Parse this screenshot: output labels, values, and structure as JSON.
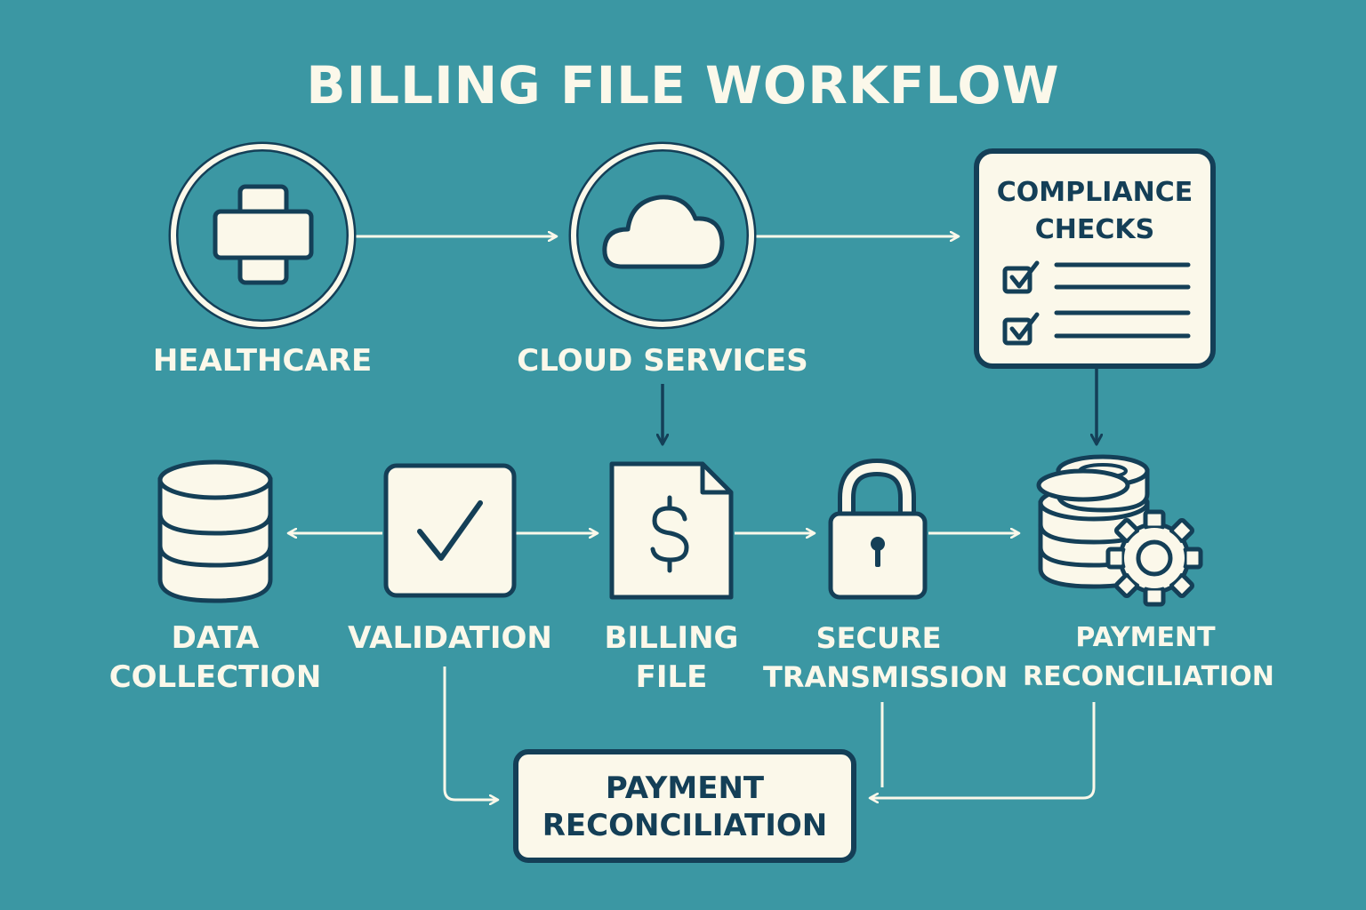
{
  "title": "BILLING FILE WORKFLOW",
  "colors": {
    "background": "#3b97a3",
    "ink": "#143f57",
    "cream": "#fbf8ea"
  },
  "nodes": {
    "healthcare": {
      "label": "HEALTHCARE",
      "icon": "medical-cross-icon"
    },
    "cloud_services": {
      "label": "CLOUD SERVICES",
      "icon": "cloud-icon"
    },
    "compliance_checks": {
      "lines": [
        "COMPLIANCE",
        "CHECKS"
      ],
      "icon": "checklist-icon"
    },
    "data_collection": {
      "lines": [
        "DATA",
        "COLLECTION"
      ],
      "icon": "database-icon"
    },
    "validation": {
      "label": "VALIDATION",
      "icon": "checkmark-icon"
    },
    "billing_file": {
      "lines": [
        "BILLING",
        "FILE"
      ],
      "icon": "dollar-file-icon"
    },
    "secure_transmission": {
      "lines": [
        "SECURE",
        "TRANSMISSION"
      ],
      "icon": "padlock-icon"
    },
    "payment_reconciliation_top": {
      "lines": [
        "PAYMENT",
        "RECONCILIATION"
      ],
      "icon": "database-gear-icon"
    },
    "payment_reconciliation_box": {
      "lines": [
        "PAYMENT",
        "RECONCILIATION"
      ]
    }
  }
}
